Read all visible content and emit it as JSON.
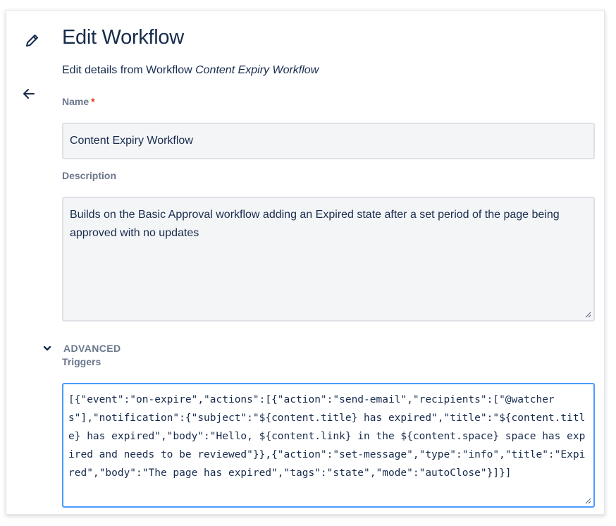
{
  "header": {
    "title": "Edit Workflow",
    "subtitle_prefix": "Edit details from Workflow ",
    "workflow_name": "Content Expiry Workflow"
  },
  "icons": {
    "edit": "pencil-icon",
    "back": "arrow-left-icon",
    "advanced_toggle": "chevron-down-icon"
  },
  "form": {
    "name": {
      "label": "Name",
      "required_mark": "*",
      "value": "Content Expiry Workflow"
    },
    "description": {
      "label": "Description",
      "value": "Builds on the Basic Approval workflow adding an Expired state after a set period of the page being approved with no updates"
    },
    "advanced": {
      "label": "ADVANCED",
      "expanded": true
    },
    "triggers": {
      "label": "Triggers",
      "value": "[{\"event\":\"on-expire\",\"actions\":[{\"action\":\"send-email\",\"recipients\":[\"@watchers\"],\"notification\":{\"subject\":\"${content.title} has expired\",\"title\":\"${content.title} has expired\",\"body\":\"Hello, ${content.link} in the ${content.space} space has expired and needs to be reviewed\"}},{\"action\":\"set-message\",\"type\":\"info\",\"title\":\"Expired\",\"body\":\"The page has expired\",\"tags\":\"state\",\"mode\":\"autoClose\"}]}]"
    }
  },
  "colors": {
    "text": "#172b4d",
    "label": "#6b778c",
    "required": "#de350b",
    "field_bg": "#f4f5f7",
    "field_border": "#dfe1e6",
    "focus_border": "#4c9aff"
  }
}
